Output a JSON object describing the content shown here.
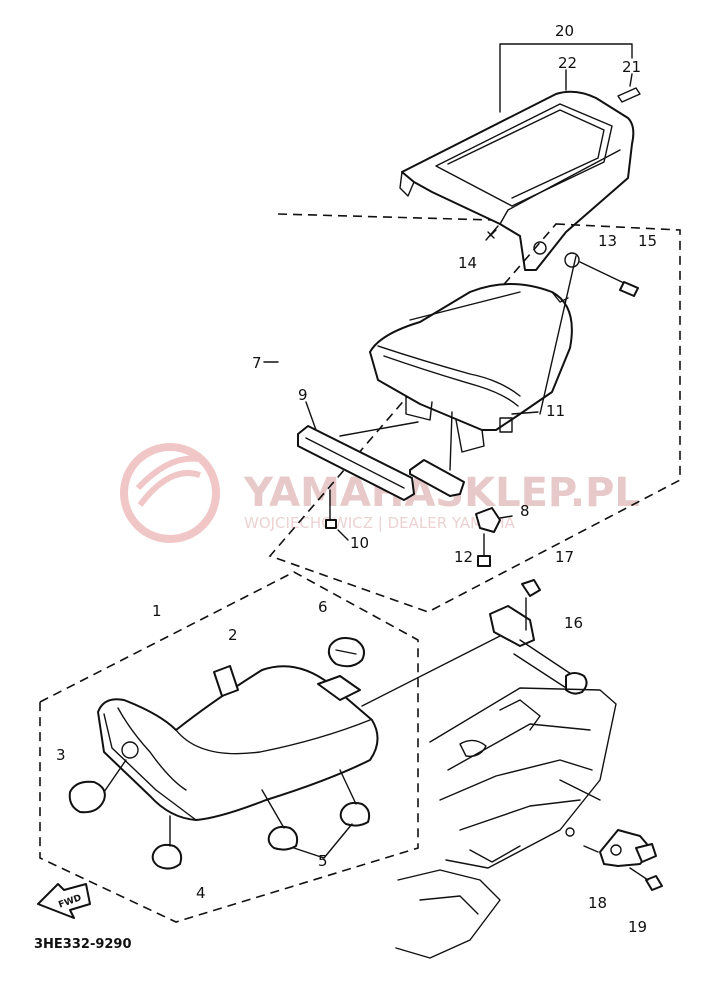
{
  "diagram": {
    "caption": "3HE332-9290",
    "fwd_label": "FWD",
    "watermark": {
      "main": "YAMAHASKLEP.PL",
      "sub": "WOJCIECHOWICZ | DEALER YAMAHA"
    },
    "callouts": [
      "1",
      "2",
      "3",
      "4",
      "5",
      "6",
      "7",
      "8",
      "9",
      "10",
      "11",
      "12",
      "13",
      "14",
      "15",
      "16",
      "17",
      "18",
      "19",
      "20",
      "21",
      "22"
    ]
  }
}
